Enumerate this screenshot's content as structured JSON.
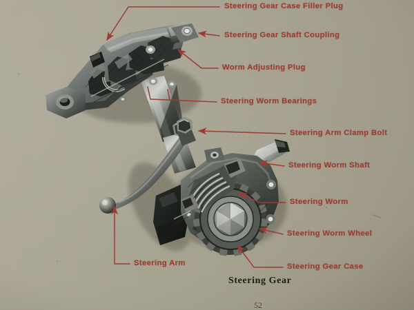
{
  "page": {
    "background_color": "#a9a594",
    "label_color": "#9b3c34",
    "caption_color": "#1e1b15",
    "caption": "Steering Gear",
    "folio": "52",
    "medium": "photograph of a printed manual page, cutaway illustration"
  },
  "figure": {
    "title": "Steering Gear",
    "subject": "automotive worm-and-wheel steering gear cutaway, two views"
  },
  "labels": [
    {
      "id": "filler-plug",
      "text": "Steering Gear Case Filler Plug"
    },
    {
      "id": "shaft-coupling",
      "text": "Steering Gear Shaft Coupling"
    },
    {
      "id": "adjusting-plug",
      "text": "Worm Adjusting Plug"
    },
    {
      "id": "worm-bearings",
      "text": "Steering Worm Bearings"
    },
    {
      "id": "clamp-bolt",
      "text": "Steering Arm Clamp Bolt"
    },
    {
      "id": "worm-shaft",
      "text": "Steering Worm Shaft"
    },
    {
      "id": "worm",
      "text": "Steering Worm"
    },
    {
      "id": "worm-wheel",
      "text": "Steering Worm Wheel"
    },
    {
      "id": "gear-case",
      "text": "Steering Gear Case"
    },
    {
      "id": "steering-arm",
      "text": "Steering Arm"
    }
  ]
}
